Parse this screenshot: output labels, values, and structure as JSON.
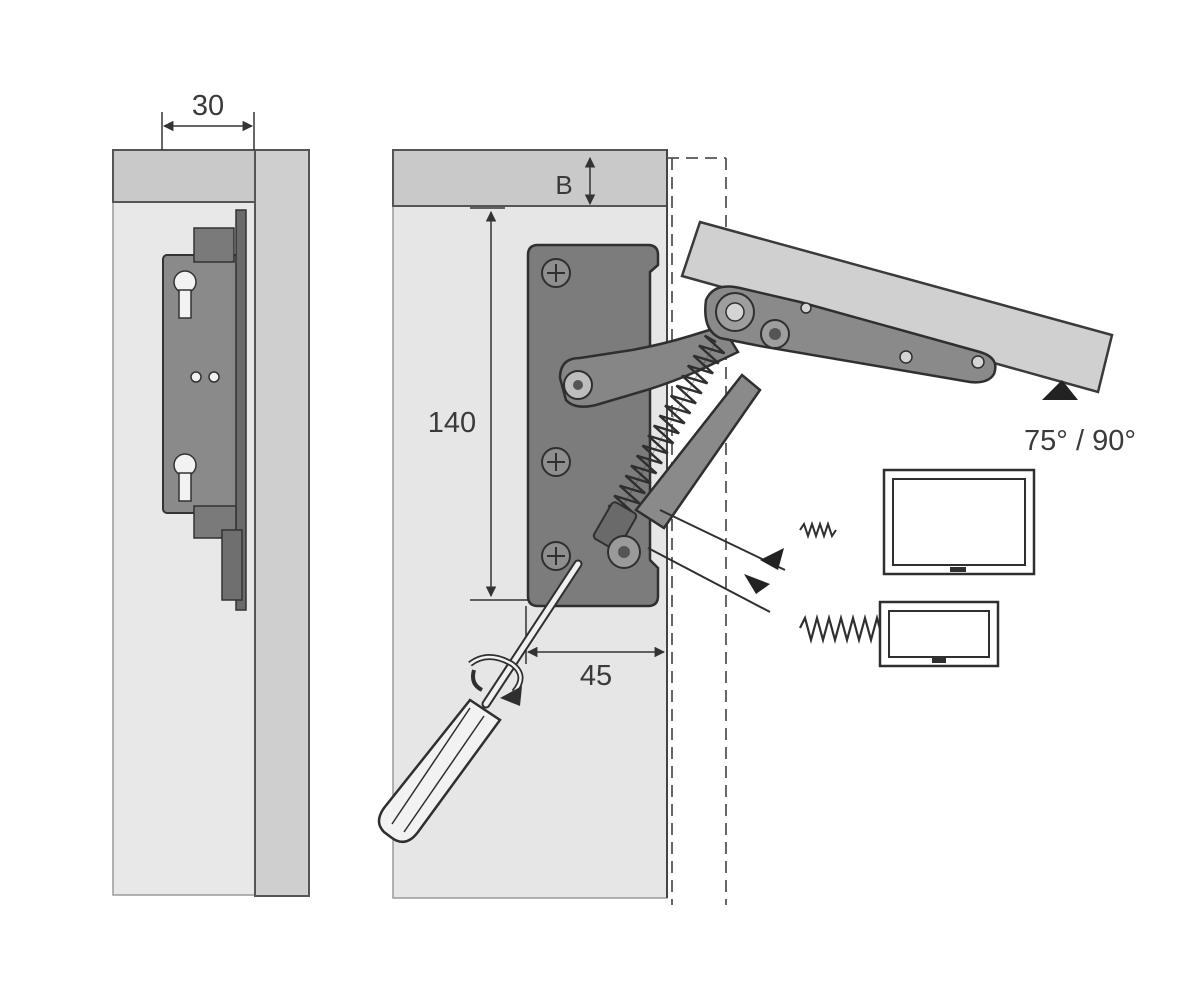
{
  "diagram": {
    "dimensions": {
      "side_depth": "30",
      "board_thickness": "B",
      "height": "140",
      "offset": "45"
    },
    "opening_angle": "75° / 90°",
    "colors": {
      "cabinet_panel": "#e6e6e6",
      "cabinet_edge": "#c8c8c8",
      "mechanism": "#7c7c7c",
      "mechanism_dark": "#505050",
      "lid": "#cfcfcf",
      "line": "#333333"
    }
  }
}
